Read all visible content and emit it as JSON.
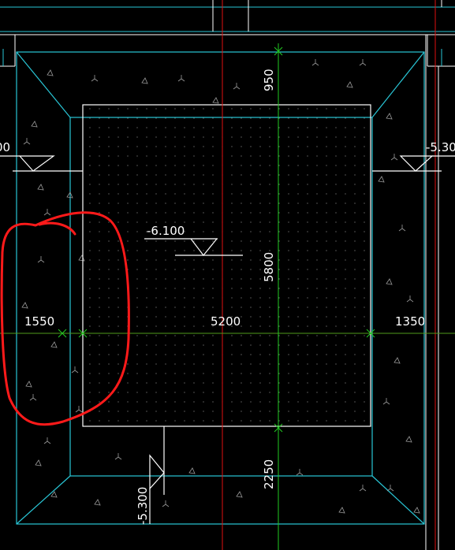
{
  "canvas": {
    "background": "#000000"
  },
  "colors": {
    "cyan": "#29c6d6",
    "white": "#ffffff",
    "red": "#e01010",
    "green": "#22cc22",
    "markup_red": "#ff1a1a"
  },
  "drawing": {
    "levels": {
      "center": "-6.100",
      "left": "00",
      "right": "-5.30",
      "bottom": "-5.300"
    },
    "dimensions": {
      "left_width": "1550",
      "center_width": "5200",
      "right_width": "1350",
      "top_height": "950",
      "center_height": "5800",
      "bottom_height": "2250"
    },
    "annotation": {
      "shape": "red freehand loop",
      "color": "#ff1a1a"
    }
  }
}
